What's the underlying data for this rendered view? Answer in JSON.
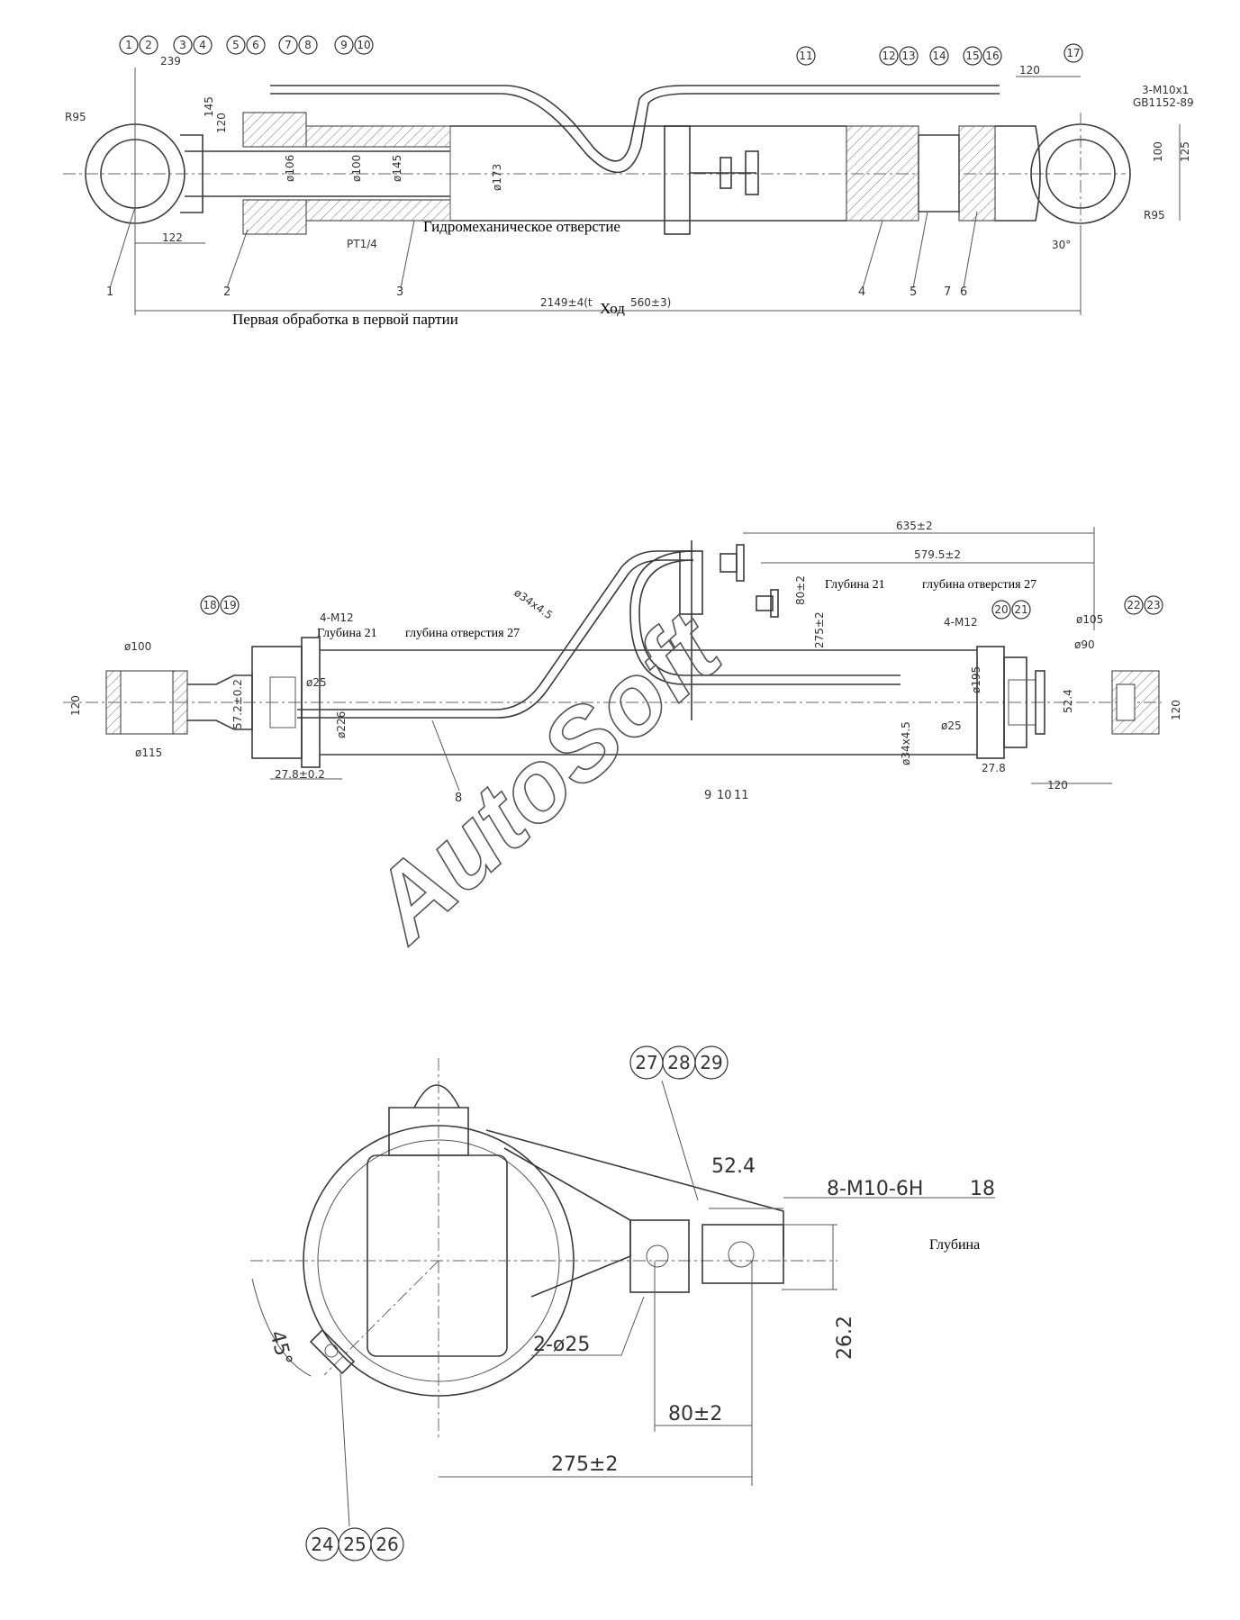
{
  "labels": {
    "hydro_port": "Гидромеханическое отверстие",
    "first_batch": "Первая обработка в первой партии",
    "stroke": "Ход",
    "depth21_left": "Глубина 21",
    "hole27_left": "глубина отверстия 27",
    "depth21_right": "Глубина 21",
    "hole27_right": "глубина отверстия 27",
    "depth": "Глубина"
  },
  "watermark": "AutoSoft",
  "dims_top": {
    "r95_left": "R95",
    "r95_right": "R95",
    "d239": "239",
    "d145": "145",
    "d120": "120",
    "d122": "122",
    "phi106": "ø106",
    "phi100": "ø100",
    "phi145": "ø145",
    "phi173": "ø173",
    "pt": "PT1/4",
    "total": "2149±4(t",
    "stroke_val": "560±3)",
    "d120r": "120",
    "thread": "3-M10x1",
    "gb": "GB1152-89",
    "d100": "100",
    "d125": "125",
    "ang30": "30°"
  },
  "dims_mid": {
    "d635": "635±2",
    "d5795": "579.5±2",
    "d80": "80±2",
    "d275": "275±2",
    "pipe": "ø34x4.5",
    "m12_left": "4-M12",
    "m12_right": "4-M12",
    "phi100tol": "ø100",
    "d120l": "120",
    "phi115": "ø115",
    "d572": "57.2±0.2",
    "phi25l": "ø25",
    "phi226": "ø226",
    "d278l": "27.8±0.2",
    "phi105": "ø105",
    "phi90": "ø90",
    "phi195": "ø195",
    "d120r": "120",
    "pipe_v": "ø34x4.5",
    "phi25r": "ø25",
    "d278r": "27.8",
    "d120b": "120",
    "d524": "52.4"
  },
  "dims_bottom": {
    "d524": "52.4",
    "thread": "8-M10-6H",
    "depth18": "18",
    "d262": "26.2",
    "ang45": "45°",
    "holes": "2-ø25",
    "d80": "80±2",
    "d275": "275±2"
  },
  "balloons_top": [
    "1",
    "2",
    "3",
    "4",
    "5",
    "6",
    "7",
    "8",
    "9",
    "10",
    "11",
    "12",
    "13",
    "14",
    "15",
    "16",
    "17"
  ],
  "balloons_mid": [
    "18",
    "19",
    "20",
    "21",
    "22",
    "23"
  ],
  "balloons_bottom": [
    "27",
    "28",
    "29",
    "24",
    "25",
    "26"
  ],
  "part_numbers": [
    "1",
    "2",
    "3",
    "4",
    "5",
    "7",
    "6",
    "8",
    "9",
    "10",
    "11"
  ]
}
